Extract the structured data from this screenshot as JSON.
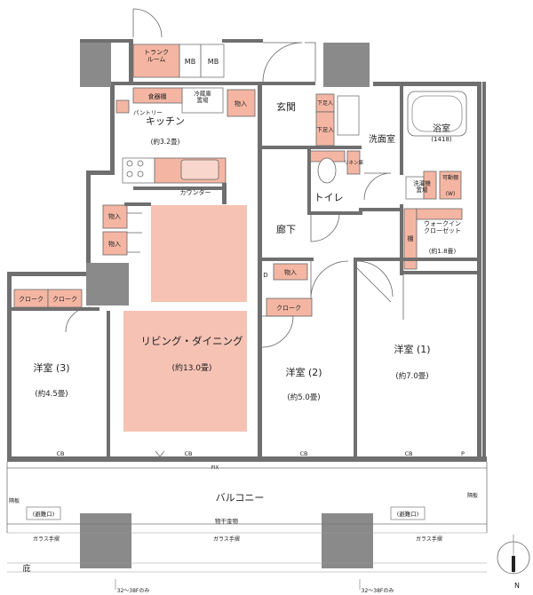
{
  "rooms": {
    "trunk_room": "トランク\nルーム",
    "mb1": "MB",
    "mb2": "MB",
    "pantry_shelf": "食器棚",
    "fridge": "冷蔵庫\n置場",
    "storage_kitchen": "物入",
    "pantry": "パントリー",
    "kitchen": "キッチン",
    "kitchen_size": "(約3.2畳)",
    "counter": "カウンター",
    "entrance": "玄関",
    "shoe_box1": "下足入",
    "shoe_box2": "下足入",
    "washroom": "洗面室",
    "bath": "浴室",
    "bath_size": "(1418)",
    "linen": "リネン庫",
    "toilet": "トイレ",
    "laundry": "洗濯機\n置場",
    "movable_shelf": "可動棚",
    "movable_shelf_w": "(W)",
    "wic": "ウォークイン\nクローゼット",
    "wic_size": "(約1.8畳)",
    "shelf_mark": "棚",
    "storage_a": "物入",
    "storage_b": "物入",
    "hallway": "廊下",
    "storage_hall": "物入",
    "d_mark": "D",
    "closet_2": "クローク",
    "closet_3a": "クローク",
    "closet_3b": "クローク",
    "living": "リビング・ダイニング",
    "living_size": "(約13.0畳)",
    "room3": "洋室 (3)",
    "room3_size": "(約4.5畳)",
    "room2": "洋室 (2)",
    "room2_size": "(約5.0畳)",
    "room1": "洋室 (1)",
    "room1_size": "(約7.0畳)",
    "cb1": "CB",
    "cb2": "CB",
    "cb3": "CB",
    "cb4": "CB",
    "p_mark": "P",
    "fix": "FIX",
    "balcony": "バルコニー",
    "partition_l": "隔板",
    "partition_r": "隔板",
    "hatch_l": "(避難口)",
    "hatch_r": "(避難口)",
    "drying_hardware": "物干金物",
    "glass_rail_1": "ガラス手摺",
    "glass_rail_2": "ガラス手摺",
    "glass_rail_3": "ガラス手摺",
    "eave": "庇",
    "floors_note_1": "32～38Fのみ",
    "floors_note_2": "32～38Fのみ",
    "north": "N"
  }
}
